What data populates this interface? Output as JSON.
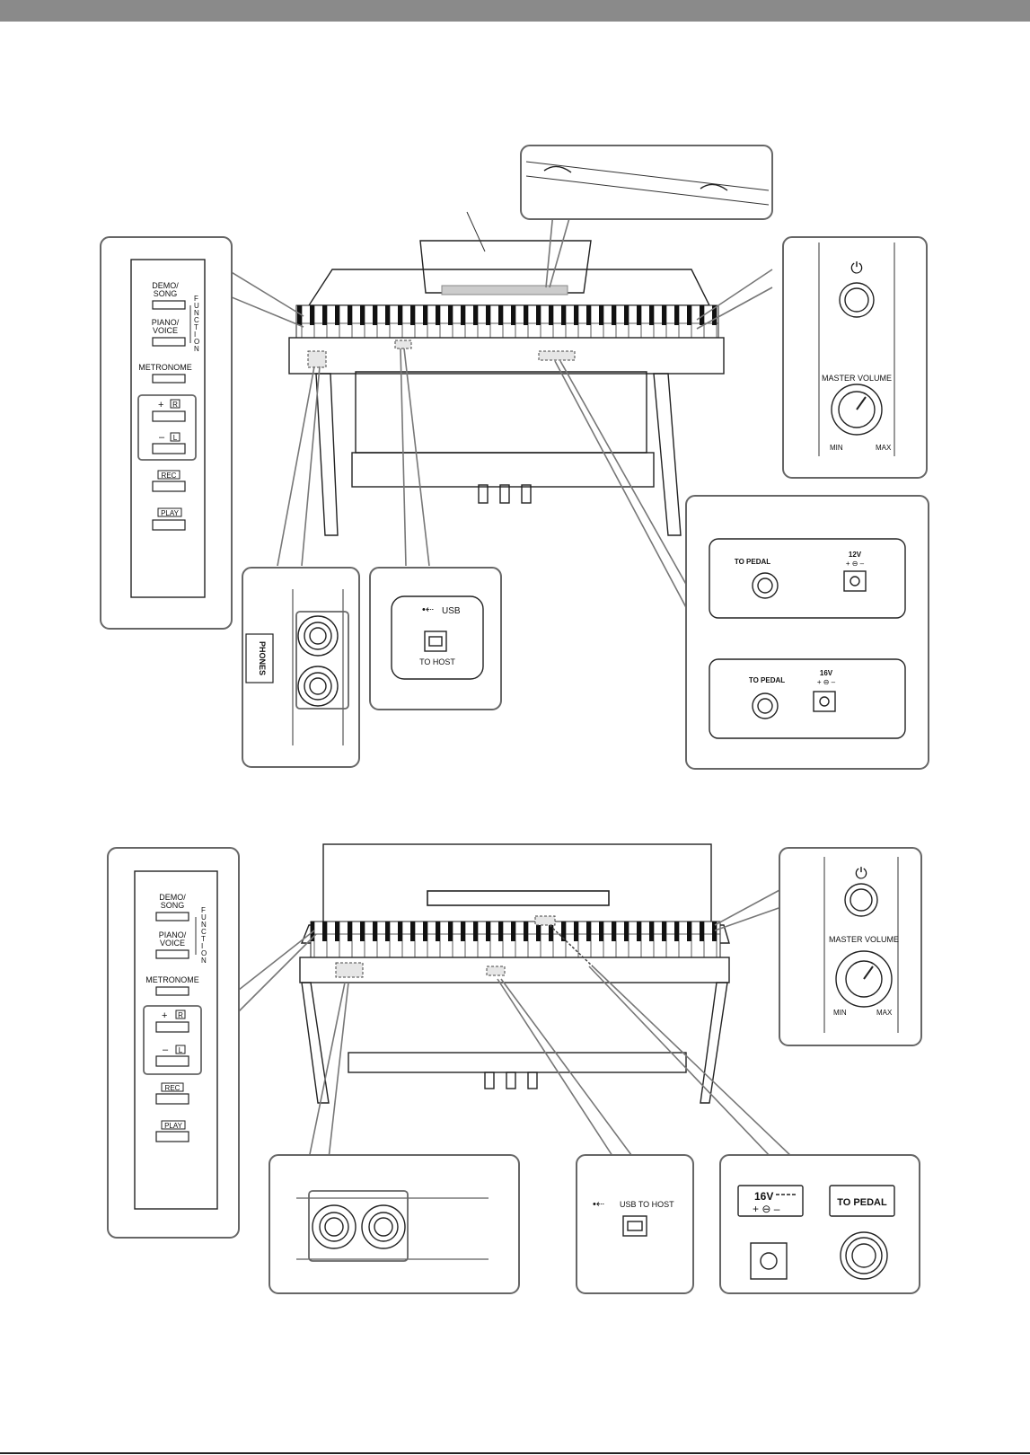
{
  "panel_buttons": {
    "demo": "DEMO/\nSONG",
    "piano": "PIANO/\nVOICE",
    "function": "FUNCTION",
    "metronome": "METRONOME",
    "plus": "+",
    "r": "R",
    "minus": "–",
    "l": "L",
    "rec": "REC",
    "play": "PLAY"
  },
  "power": {
    "symbol": "⏻"
  },
  "volume": {
    "label": "MASTER VOLUME",
    "min": "MIN",
    "max": "MAX"
  },
  "phones": {
    "label": "PHONES"
  },
  "usb": {
    "label": "USB",
    "to_host": "TO HOST",
    "combined": "USB TO HOST"
  },
  "pedal_panel_a": {
    "to_pedal": "TO PEDAL",
    "voltage": "12V",
    "polarity": "+ ⊖ –"
  },
  "pedal_panel_b": {
    "to_pedal": "TO PEDAL",
    "voltage": "16V",
    "polarity": "+ ⊖ –"
  },
  "bottom_power": {
    "voltage": "16V",
    "polarity": "+ ⊖ –",
    "to_pedal": "TO PEDAL"
  },
  "colors": {
    "topbar": "#8a8a8a",
    "callout_border": "#666666"
  }
}
